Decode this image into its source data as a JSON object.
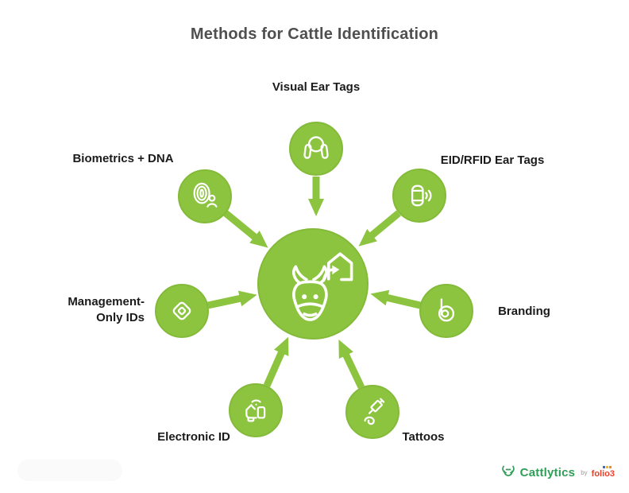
{
  "title": "Methods for Cattle Identification",
  "methods": [
    {
      "label": "Visual Ear Tags",
      "icon": "cow-head-ear-tags-icon"
    },
    {
      "label": "EID/RFID Ear Tags",
      "icon": "rfid-tag-signal-icon"
    },
    {
      "label": "Branding",
      "icon": "branding-iron-icon"
    },
    {
      "label": "Tattoos",
      "icon": "tattoo-needle-icon"
    },
    {
      "label": "Electronic ID",
      "icon": "handheld-reader-icon"
    },
    {
      "label": "Management-\nOnly IDs",
      "icon": "id-tag-icon"
    },
    {
      "label": "Biometrics + DNA",
      "icon": "fingerprint-person-icon"
    }
  ],
  "center": {
    "icon": "cow-and-barn-icon"
  },
  "footer": {
    "brand": "Cattlytics",
    "by_label": "by",
    "partner": "folio3"
  },
  "colors": {
    "accent_green": "#8CC43F",
    "brand_green": "#2F9E57",
    "partner_red": "#E8402A",
    "title_gray": "#4F4F4F",
    "label_black": "#1B1B1B"
  }
}
